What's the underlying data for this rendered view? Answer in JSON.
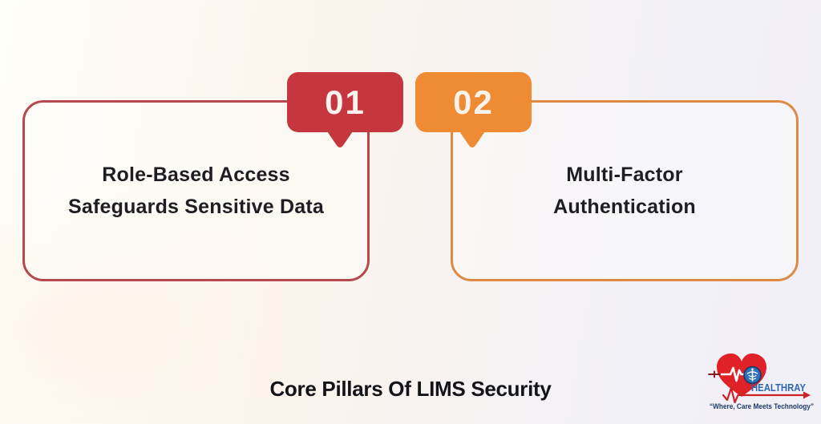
{
  "title": "Core Pillars Of LIMS Security",
  "pillars": [
    {
      "number": "01",
      "line1": "Role-Based Access",
      "line2": "Safeguards Sensitive Data",
      "badge_color": "#c6363e",
      "border_color": "#b5494f"
    },
    {
      "number": "02",
      "line1": "Multi-Factor",
      "line2": "Authentication",
      "badge_color": "#ee8b33",
      "border_color": "#de8a45"
    }
  ],
  "logo": {
    "brand": "HEALTHRAY",
    "tagline": "“Where, Care Meets Technology”",
    "brand_color": "#2c66b1",
    "tagline_color": "#1e3a6e",
    "heart_color": "#e02228"
  },
  "colors": {
    "background_left": "#fffef8",
    "background_right": "#f1f0f6",
    "text": "#1d1d23",
    "title_text": "#13131a",
    "badge_number_text": "#faf2ec"
  }
}
